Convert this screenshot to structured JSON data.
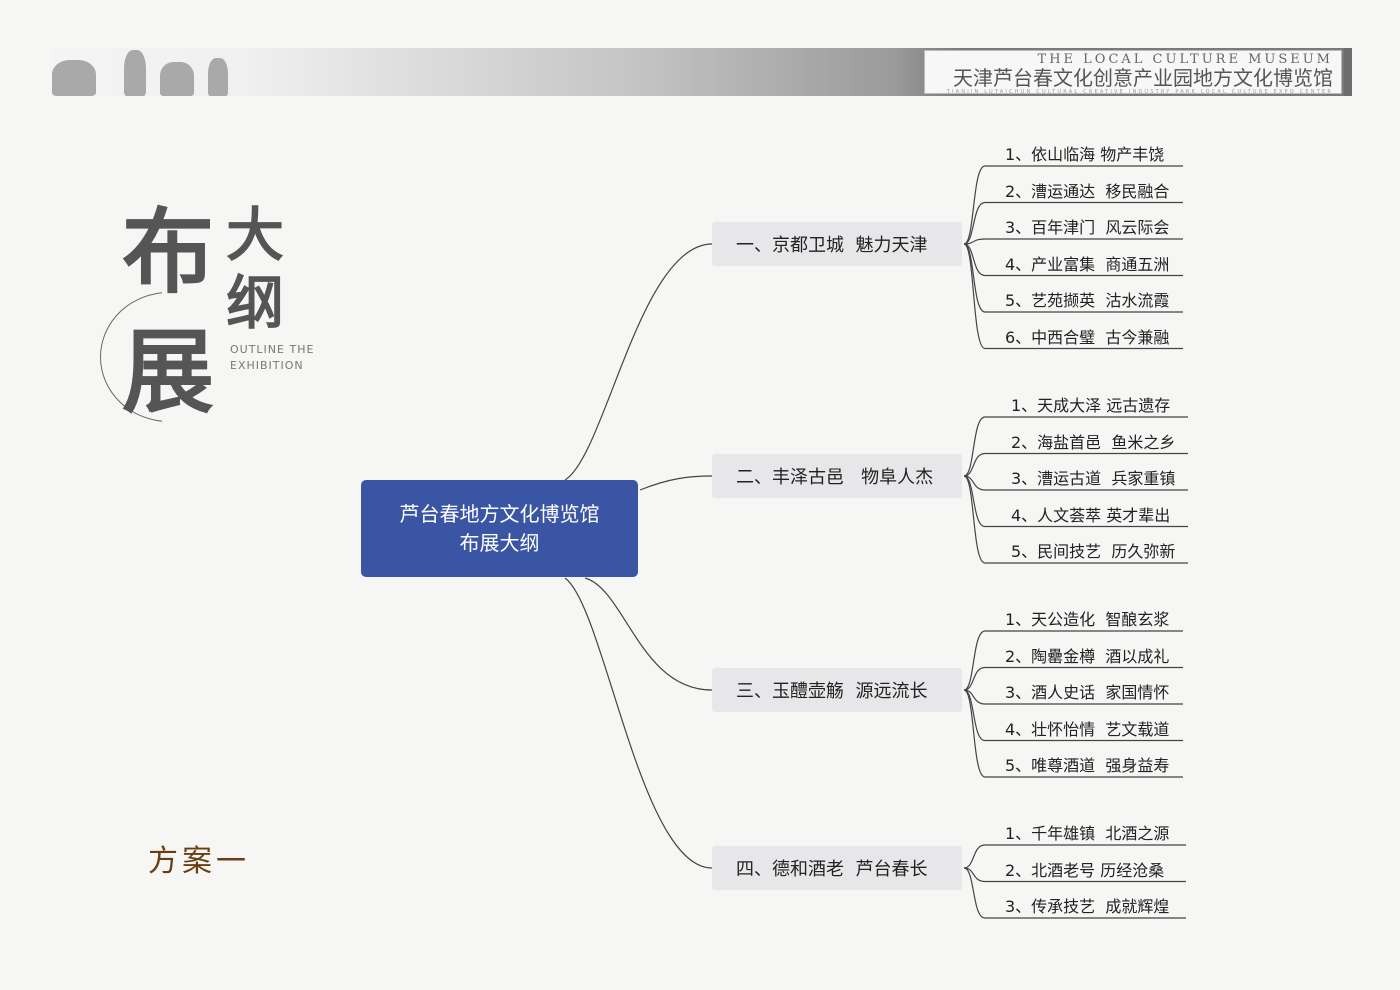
{
  "header": {
    "museum_en": "THE LOCAL CULTURE MUSEUM",
    "museum_zh": "天津芦台春文化创意产业园地方文化博览馆",
    "museum_sub": "TIANJIN LUTAICHUN CULTURAL CREATIVE INDUSTRY PARK LOCAL CULTURE EXPO CENTER"
  },
  "title": {
    "c1": "布",
    "c2": "展",
    "c3": "大",
    "c4": "纲",
    "en_line1": "OUTLINE THE",
    "en_line2": "EXHIBITION"
  },
  "plan_label": "方案一",
  "colors": {
    "center": "#3b55a5",
    "branch_bg": "#e7e7e9",
    "plan": "#6b3e12"
  },
  "center": {
    "line1": "芦台春地方文化博览馆",
    "line2": "布展大纲"
  },
  "branches": [
    {
      "label": "一、京都卫城  魅力天津",
      "leaves": [
        "1、依山临海 物产丰饶",
        "2、漕运通达  移民融合",
        "3、百年津门  风云际会",
        "4、产业富集  商通五洲",
        "5、艺苑撷英  沽水流霞",
        "6、中西合璧  古今兼融"
      ]
    },
    {
      "label": "二、丰泽古邑   物阜人杰",
      "leaves": [
        "1、天成大泽 远古遗存",
        "2、海盐首邑  鱼米之乡",
        "3、漕运古道  兵家重镇",
        "4、人文荟萃 英才辈出",
        "5、民间技艺  历久弥新"
      ]
    },
    {
      "label": "三、玉醴壶觞  源远流长",
      "leaves": [
        "1、天公造化  智酿玄浆",
        "2、陶罍金樽  酒以成礼",
        "3、酒人史话  家国情怀",
        "4、壮怀怡情  艺文载道",
        "5、唯尊酒道  强身益寿"
      ]
    },
    {
      "label": "四、德和酒老  芦台春长",
      "leaves": [
        "1、千年雄镇  北酒之源",
        "2、北酒老号 历经沧桑",
        "3、传承技艺  成就辉煌"
      ]
    }
  ]
}
